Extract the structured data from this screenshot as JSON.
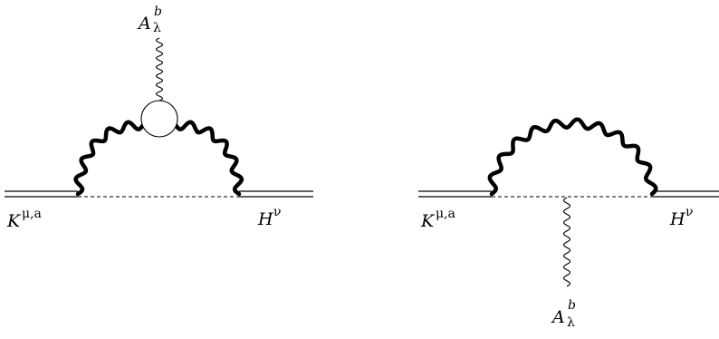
{
  "diagrams": [
    {
      "id": "left",
      "labels": {
        "left_field": "K",
        "left_field_sup": "μ,a",
        "right_field": "H",
        "right_field_sup": "ν",
        "external_boson": "A",
        "external_boson_sup": "b",
        "external_boson_sub": "λ"
      }
    },
    {
      "id": "right",
      "labels": {
        "left_field": "K",
        "left_field_sup": "μ,a",
        "right_field": "H",
        "right_field_sup": "ν",
        "external_boson": "A",
        "external_boson_sup": "b",
        "external_boson_sub": "λ"
      }
    }
  ],
  "colors": {
    "ink": "#000000",
    "background": "#ffffff"
  }
}
